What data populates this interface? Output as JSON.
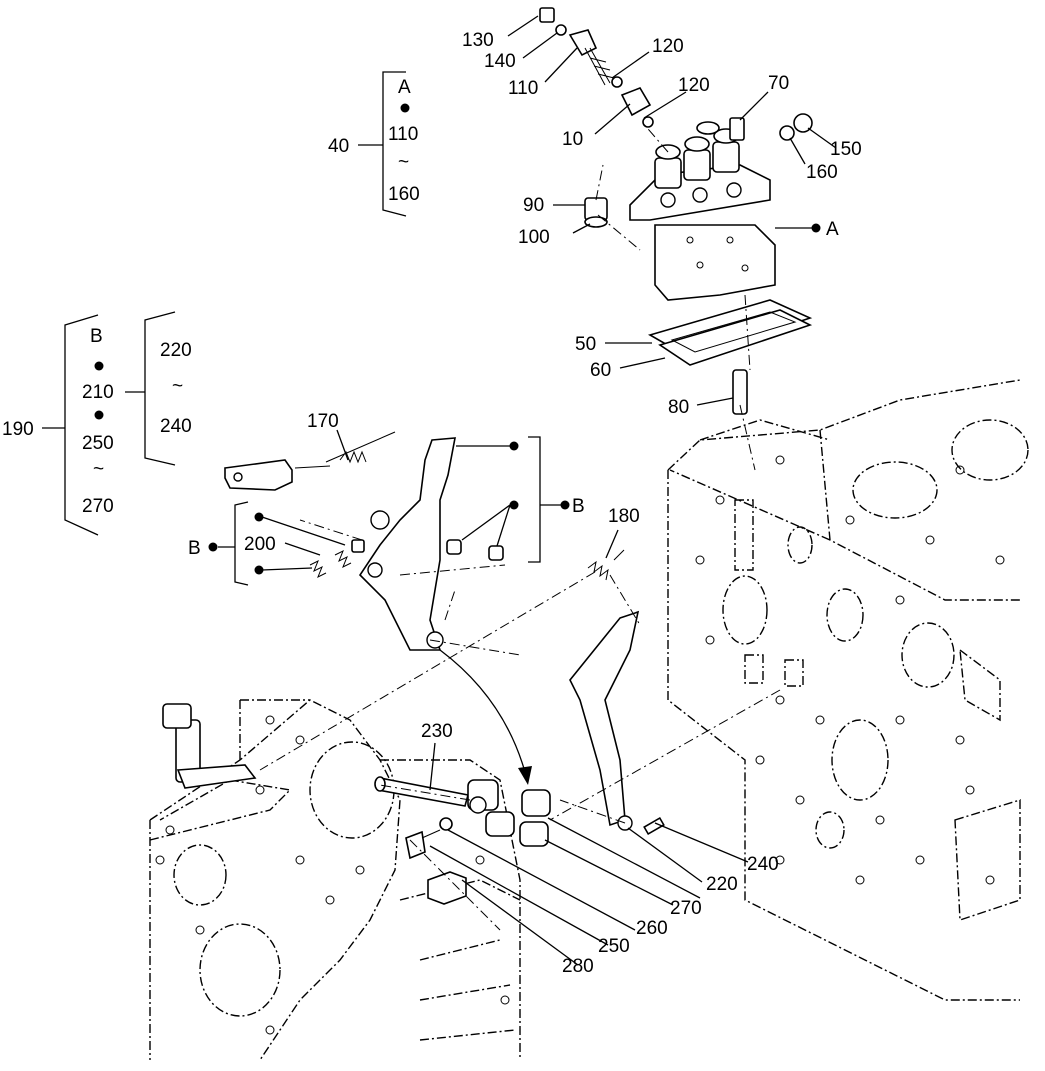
{
  "callouts": {
    "c130": "130",
    "c140": "140",
    "c110": "110",
    "c120a": "120",
    "c120b": "120",
    "c10": "10",
    "c70": "70",
    "c150": "150",
    "c160": "160",
    "c90": "90",
    "c100": "100",
    "cA": "A",
    "c50": "50",
    "c60": "60",
    "c80": "80",
    "c170": "170",
    "c180": "180",
    "cB": "B",
    "c200": "200",
    "c230": "230",
    "c240": "240",
    "c220": "220",
    "c270": "270",
    "c260": "260",
    "c250": "250",
    "c280": "280"
  },
  "group40": {
    "label": "40",
    "top": "A",
    "mid": "110",
    "tilde": "~",
    "bottom": "160"
  },
  "group190": {
    "label": "190",
    "left": [
      "B",
      "210",
      "250",
      "~",
      "270"
    ],
    "right": [
      "220",
      "~",
      "240"
    ]
  },
  "groupB": {
    "label": "B"
  }
}
